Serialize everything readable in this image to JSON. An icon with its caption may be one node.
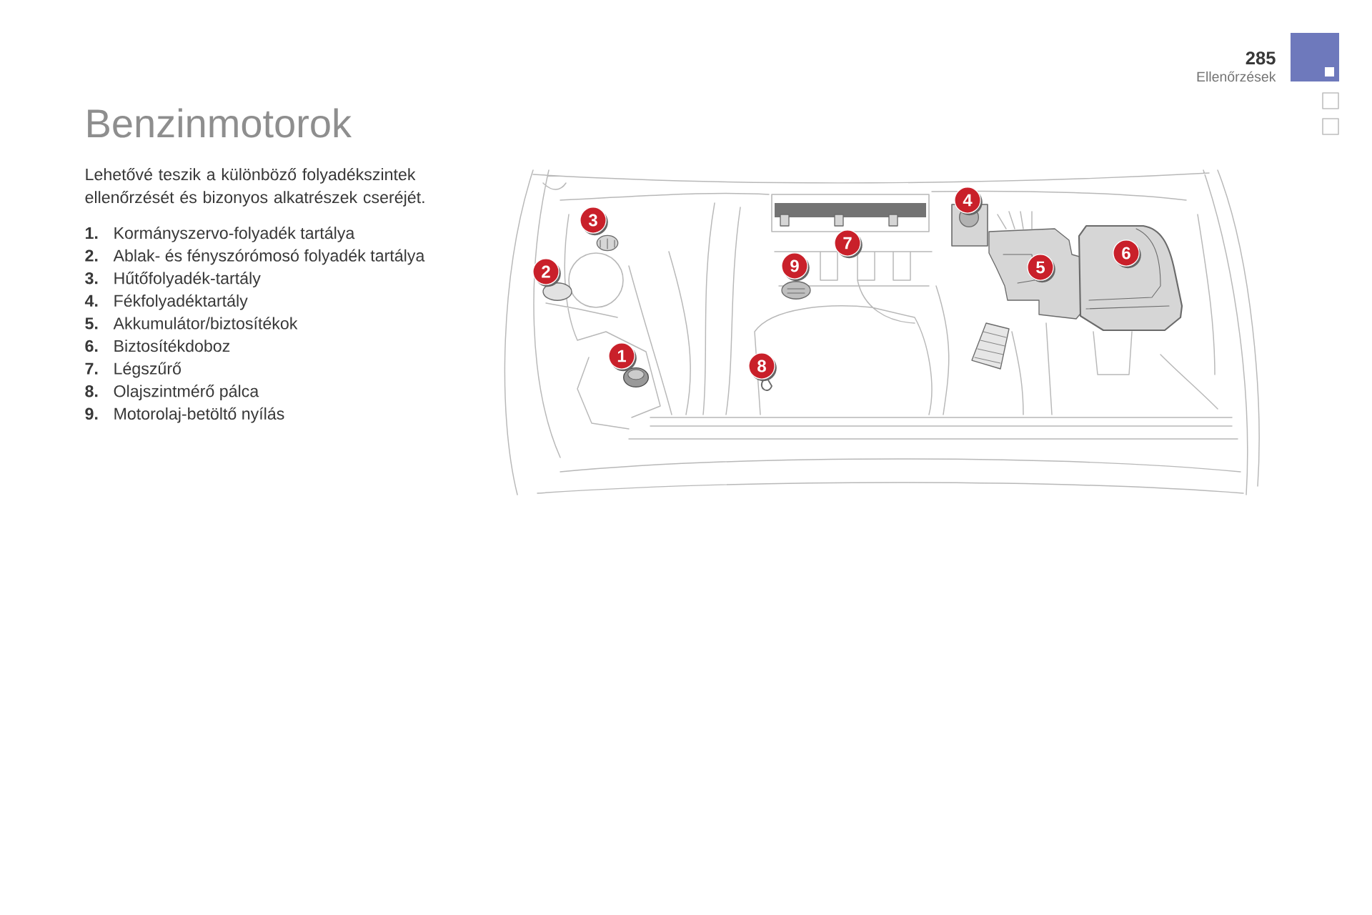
{
  "diagram": {
    "title": "Benzinmotorok",
    "nodes": [
      {
        "text": [
          "1"
        ]
      },
      {
        "text": [
          "2"
        ]
      },
      {
        "text": [
          "3"
        ]
      },
      {
        "text": [
          "4"
        ]
      },
      {
        "text": [
          "5"
        ]
      },
      {
        "text": [
          "6"
        ]
      },
      {
        "text": [
          "7"
        ]
      },
      {
        "text": [
          "8"
        ]
      },
      {
        "text": [
          "9"
        ]
      }
    ],
    "labels": [
      "285",
      "Ellenőrzések",
      "Lehetővé teszik a különböző folyadékszintek ellenőrzését és bizonyos alkatrészek cseréjét.",
      "1.",
      "Kormányszervo-folyadék tartálya",
      "2.",
      "Ablak- és fényszórómosó folyadék tartálya",
      "3.",
      "Hűtőfolyadék-tartály",
      "4.",
      "Fékfolyadéktartály",
      "5.",
      "Akkumulátor/biztosítékok",
      "6.",
      "Biztosítékdoboz",
      "7.",
      "Légszűrő",
      "8.",
      "Olajszintmérő pálca",
      "9.",
      "Motorolaj-betöltő nyílás"
    ]
  }
}
